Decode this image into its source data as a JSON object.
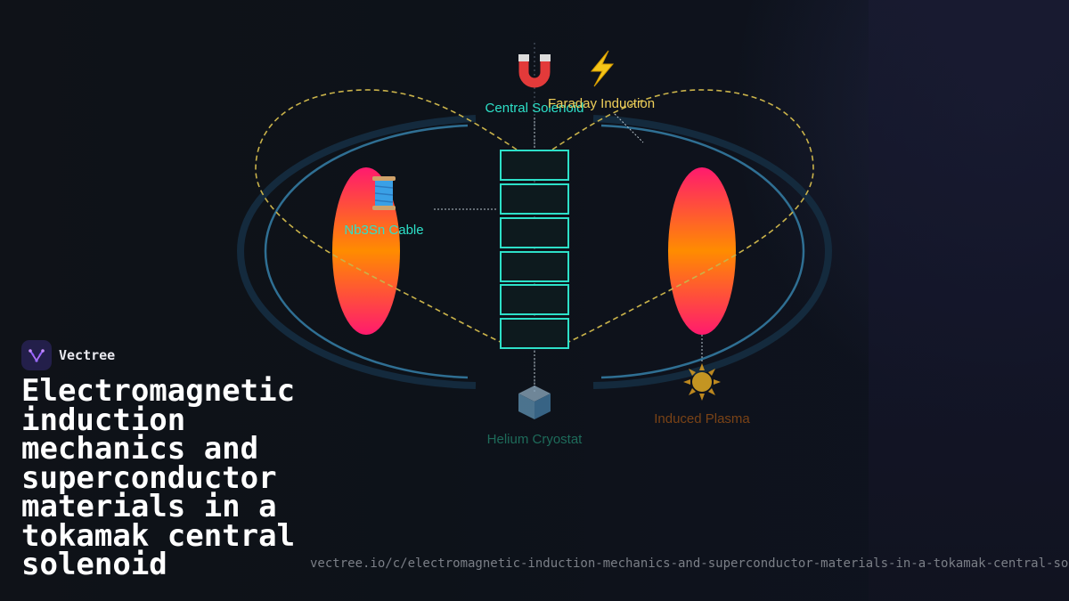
{
  "brand": {
    "name": "Vectree"
  },
  "title": "Electromagnetic induction mechanics and superconductor materials in a tokamak central solenoid",
  "url": "vectree.io/c/electromagnetic-induction-mechanics-and-superconductor-materials-in-a-tokamak-central-solenoid",
  "diagram": {
    "nodes": {
      "central_solenoid": {
        "label": "Central Solenoid",
        "icon": "magnet-icon",
        "color": "#2de0c8"
      },
      "faraday_induction": {
        "label": "Faraday Induction",
        "icon": "lightning-icon",
        "color": "#f0cf5a"
      },
      "nb3sn_cable": {
        "label": "Nb3Sn Cable",
        "icon": "thread-spool-icon",
        "color": "#2de0c8"
      },
      "helium_cryostat": {
        "label": "Helium Cryostat",
        "icon": "ice-cube-icon",
        "color": "#1e6b5a"
      },
      "induced_plasma": {
        "label": "Induced Plasma",
        "icon": "sun-icon",
        "color": "#7a4216"
      }
    },
    "colors": {
      "coil_stroke": "#2de0c8",
      "field_line": "#c9b24a",
      "vessel": "#2f6f93",
      "plasma_core": "#ff8c00",
      "plasma_edge": "#ff1a6e"
    }
  }
}
